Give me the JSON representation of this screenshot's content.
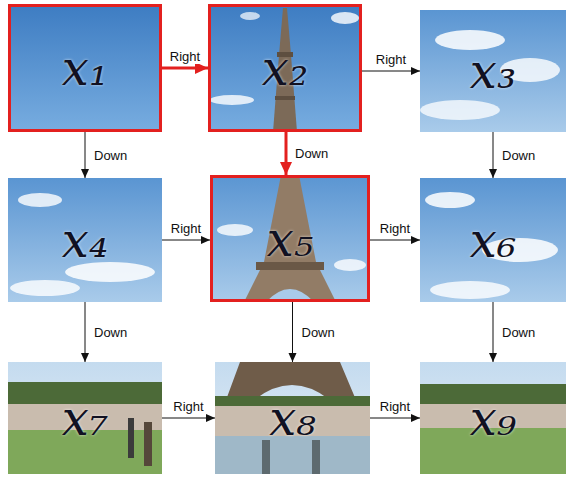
{
  "diagram": {
    "nodes": [
      {
        "text": [
          "x₁"
        ]
      },
      {
        "text": [
          "x₂"
        ]
      },
      {
        "text": [
          "x₃"
        ]
      },
      {
        "text": [
          "x₄"
        ]
      },
      {
        "text": [
          "x₅"
        ]
      },
      {
        "text": [
          "x₆"
        ]
      },
      {
        "text": [
          "x₇"
        ]
      },
      {
        "text": [
          "x₈"
        ]
      },
      {
        "text": [
          "x₉"
        ]
      }
    ],
    "edges": [
      {
        "from": 0,
        "to": 1,
        "label": "Right",
        "arrow": "to"
      },
      {
        "from": 1,
        "to": 2,
        "label": "Right",
        "arrow": "to"
      },
      {
        "from": 0,
        "to": 3,
        "label": "Down",
        "arrow": "to"
      },
      {
        "from": 1,
        "to": 4,
        "label": "Down",
        "arrow": "to"
      },
      {
        "from": 2,
        "to": 5,
        "label": "Down",
        "arrow": "to"
      },
      {
        "from": 3,
        "to": 4,
        "label": "Right",
        "arrow": "to"
      },
      {
        "from": 4,
        "to": 5,
        "label": "Right",
        "arrow": "to"
      },
      {
        "from": 3,
        "to": 6,
        "label": "Down",
        "arrow": "to"
      },
      {
        "from": 4,
        "to": 7,
        "label": "Down",
        "arrow": "to"
      },
      {
        "from": 5,
        "to": 8,
        "label": "Down",
        "arrow": "to"
      },
      {
        "from": 6,
        "to": 7,
        "label": "Right",
        "arrow": "to"
      },
      {
        "from": 7,
        "to": 8,
        "label": "Right",
        "arrow": "to"
      }
    ]
  }
}
